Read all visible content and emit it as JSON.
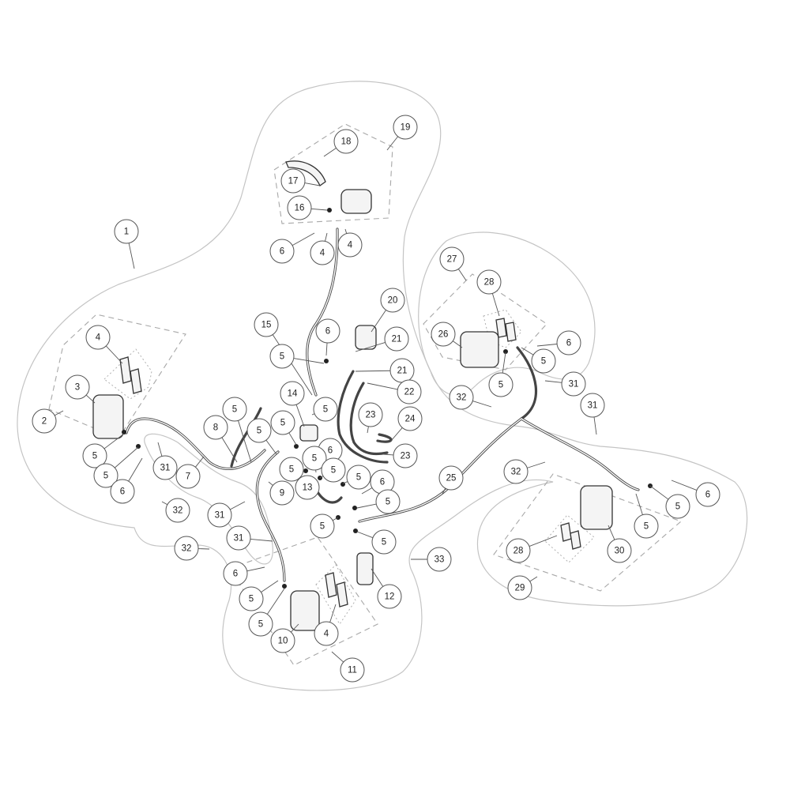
{
  "title": "Brake system exploded parts diagram",
  "colors": {
    "outline": "#c4c4c4",
    "line": "#333333",
    "background": "#ffffff"
  },
  "callouts": [
    {
      "label": "1"
    },
    {
      "label": "2"
    },
    {
      "label": "3"
    },
    {
      "label": "4"
    },
    {
      "label": "5"
    },
    {
      "label": "5"
    },
    {
      "label": "6"
    },
    {
      "label": "31"
    },
    {
      "label": "7"
    },
    {
      "label": "32"
    },
    {
      "label": "8"
    },
    {
      "label": "5"
    },
    {
      "label": "5"
    },
    {
      "label": "19"
    },
    {
      "label": "18"
    },
    {
      "label": "17"
    },
    {
      "label": "16"
    },
    {
      "label": "6"
    },
    {
      "label": "4"
    },
    {
      "label": "4"
    },
    {
      "label": "15"
    },
    {
      "label": "6"
    },
    {
      "label": "5"
    },
    {
      "label": "20"
    },
    {
      "label": "21"
    },
    {
      "label": "21"
    },
    {
      "label": "22"
    },
    {
      "label": "14"
    },
    {
      "label": "5"
    },
    {
      "label": "5"
    },
    {
      "label": "23"
    },
    {
      "label": "24"
    },
    {
      "label": "23"
    },
    {
      "label": "6"
    },
    {
      "label": "5"
    },
    {
      "label": "5"
    },
    {
      "label": "5"
    },
    {
      "label": "5"
    },
    {
      "label": "6"
    },
    {
      "label": "5"
    },
    {
      "label": "13"
    },
    {
      "label": "9"
    },
    {
      "label": "31"
    },
    {
      "label": "31"
    },
    {
      "label": "5"
    },
    {
      "label": "5"
    },
    {
      "label": "25"
    },
    {
      "label": "32"
    },
    {
      "label": "6"
    },
    {
      "label": "5"
    },
    {
      "label": "5"
    },
    {
      "label": "10"
    },
    {
      "label": "4"
    },
    {
      "label": "11"
    },
    {
      "label": "12"
    },
    {
      "label": "33"
    },
    {
      "label": "27"
    },
    {
      "label": "28"
    },
    {
      "label": "26"
    },
    {
      "label": "6"
    },
    {
      "label": "5"
    },
    {
      "label": "5"
    },
    {
      "label": "31"
    },
    {
      "label": "32"
    },
    {
      "label": "31"
    },
    {
      "label": "32"
    },
    {
      "label": "6"
    },
    {
      "label": "5"
    },
    {
      "label": "5"
    },
    {
      "label": "30"
    },
    {
      "label": "28"
    },
    {
      "label": "29"
    }
  ]
}
